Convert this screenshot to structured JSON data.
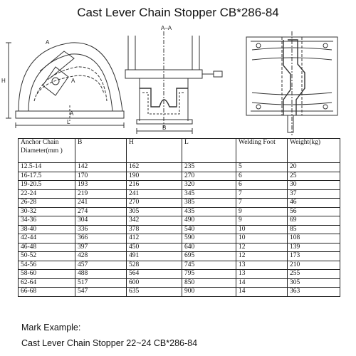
{
  "title": "Cast Lever Chain Stopper CB*286-84",
  "drawing_labels": {
    "section_aa": "A–A",
    "a1": "A",
    "a2": "A",
    "a3": "A",
    "h": "H",
    "l": "L",
    "b": "B"
  },
  "table": {
    "headers": [
      "Anchor Chain Diameter(mm )",
      "B",
      "H",
      "L",
      "Welding Foot",
      "Weight(kg)"
    ],
    "rows": [
      [
        "12.5-14",
        "142",
        "162",
        "235",
        "5",
        "20"
      ],
      [
        "16-17.5",
        "170",
        "190",
        "270",
        "6",
        "25"
      ],
      [
        "19-20.5",
        "193",
        "216",
        "320",
        "6",
        "30"
      ],
      [
        "22-24",
        "219",
        "241",
        "345",
        "7",
        "37"
      ],
      [
        "26-28",
        "241",
        "270",
        "385",
        "7",
        "46"
      ],
      [
        "30-32",
        "274",
        "305",
        "435",
        "9",
        "56"
      ],
      [
        "34-36",
        "304",
        "342",
        "490",
        "9",
        "69"
      ],
      [
        "38-40",
        "336",
        "378",
        "540",
        "10",
        "85"
      ],
      [
        "42-44",
        "366",
        "412",
        "590",
        "10",
        "108"
      ],
      [
        "46-48",
        "397",
        "450",
        "640",
        "12",
        "139"
      ],
      [
        "50-52",
        "428",
        "491",
        "695",
        "12",
        "173"
      ],
      [
        "54-56",
        "457",
        "528",
        "745",
        "13",
        "210"
      ],
      [
        "58-60",
        "488",
        "564",
        "795",
        "13",
        "255"
      ],
      [
        "62-64",
        "517",
        "600",
        "850",
        "14",
        "305"
      ],
      [
        "66-68",
        "547",
        "635",
        "900",
        "14",
        "363"
      ]
    ]
  },
  "mark_example_label": "Mark Example:",
  "mark_example_text": "Cast Lever Chain Stopper 22~24 CB*286-84"
}
